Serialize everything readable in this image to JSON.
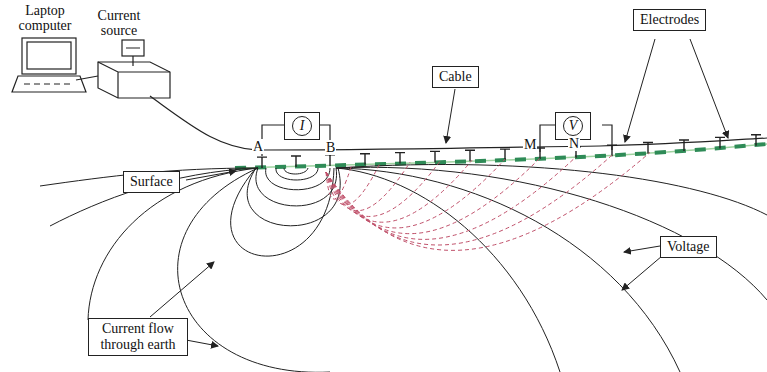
{
  "diagram": {
    "nodes": [
      {
        "text": [
          "Electrodes"
        ]
      },
      {
        "text": [
          "Cable"
        ]
      },
      {
        "text": [
          "I"
        ]
      },
      {
        "text": [
          "V"
        ]
      },
      {
        "text": [
          "Surface"
        ]
      },
      {
        "text": [
          "Voltage"
        ]
      },
      {
        "text": [
          "Current flow through earth"
        ]
      }
    ],
    "labels": [
      "Laptop computer",
      "Current source",
      "A",
      "B",
      "M",
      "N"
    ]
  }
}
